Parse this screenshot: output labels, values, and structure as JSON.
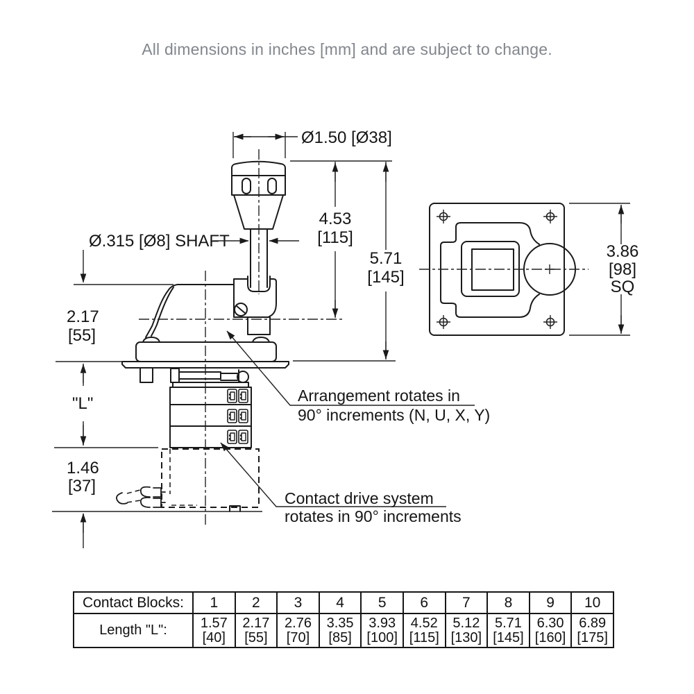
{
  "header": {
    "disclaimer": "All dimensions in inches [mm] and are subject to change."
  },
  "colors": {
    "line": "#1a1a1a",
    "note_gray": "#82868d"
  },
  "dims": {
    "knob_diameter": "Ø1.50 [Ø38]",
    "shaft": "Ø.315 [Ø8] SHAFT",
    "height_top_in": "4.53",
    "height_top_mm": "[115]",
    "height_full_in": "5.71",
    "height_full_mm": "[145]",
    "body_height_in": "2.17",
    "body_height_mm": "[55]",
    "length_label": "\"L\"",
    "clearance_in": "1.46",
    "clearance_mm": "[37]",
    "flange_in": "3.86",
    "flange_mm": "[98]",
    "flange_suffix": "SQ"
  },
  "notes": {
    "arrangement_line1": "Arrangement rotates in",
    "arrangement_line2": "90° increments (N, U, X, Y)",
    "contact_line1": "Contact drive system",
    "contact_line2": "rotates in 90° increments"
  },
  "table": {
    "row1_label": "Contact Blocks:",
    "row2_label": "Length \"L\":",
    "blocks": [
      "1",
      "2",
      "3",
      "4",
      "5",
      "6",
      "7",
      "8",
      "9",
      "10"
    ],
    "lengths_in": [
      "1.57",
      "2.17",
      "2.76",
      "3.35",
      "3.93",
      "4.52",
      "5.12",
      "5.71",
      "6.30",
      "6.89"
    ],
    "lengths_mm": [
      "[40]",
      "[55]",
      "[70]",
      "[85]",
      "[100]",
      "[115]",
      "[130]",
      "[145]",
      "[160]",
      "[175]"
    ]
  }
}
